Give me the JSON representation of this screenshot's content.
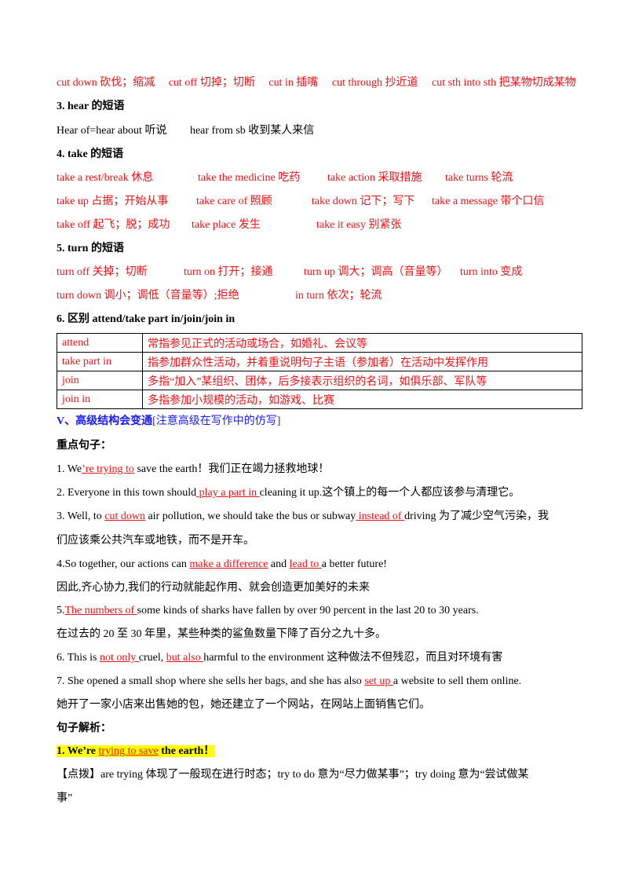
{
  "cut_line": [
    "cut down 砍伐；缩减",
    "cut off 切掉；切断",
    "cut in 插嘴",
    "cut through 抄近道",
    "cut sth into sth 把某物切成某物"
  ],
  "h3": "3.  hear 的短语",
  "hear_line": [
    "Hear of=hear about 听说",
    "hear from sb 收到某人来信"
  ],
  "h4": "4.  take 的短语",
  "take_row1": [
    "take a rest/break 休息",
    "take the medicine 吃药",
    "take action 采取措施",
    "take turns 轮流"
  ],
  "take_row2": [
    "take up 占据；开始从事",
    "take care of 照顾",
    "take down 记下；写下",
    "take a message  带个口信"
  ],
  "take_row3": [
    "take off 起飞；脱；成功",
    "take place 发生",
    "take it easy 别紧张"
  ],
  "h5": "5.   turn 的短语",
  "turn_row1": [
    "turn off  关掉；切断",
    "turn on  打开；接通",
    "turn up 调大；调高（音量等）",
    "turn into  变成"
  ],
  "turn_row2": [
    "turn down 调小；调低（音量等）;拒绝",
    "in turn 依次；轮流"
  ],
  "h6": "6.  区别 attend/take part in/join/join in",
  "table": [
    {
      "k": "attend",
      "v": "常指参见正式的活动或场合，如婚礼、会议等"
    },
    {
      "k": "take part in",
      "v": "指参加群众性活动，并着重说明句子主语（参加者）在活动中发挥作用"
    },
    {
      "k": "join",
      "v": "多指“加入”某组织、团体，后多接表示组织的名词，如俱乐部、军队等"
    },
    {
      "k": "join in",
      "v": "多指参加小规模的活动，如游戏、比赛"
    }
  ],
  "section5": {
    "title": "V、高级结构会变通",
    "note": "[注意高级在写作中的仿写]"
  },
  "key_title": "重点句子：",
  "s1": {
    "a": "1.  We",
    "b": "’re trying to",
    "c": "  save the earth！我们正在竭力拯救地球！"
  },
  "s2": {
    "a": "2. Everyone in this town should",
    "b": "  play a part in  ",
    "c": "cleaning it up.这个镇上的每一个人都应该参与清理它。"
  },
  "s3": {
    "a": "3. Well, to  ",
    "b": "cut down",
    "c": "  air pollution, we should take the bus or subway",
    "d": "  instead of  ",
    "e": "driving 为了减少空气污染，我"
  },
  "s3b": "们应该乘公共汽车或地铁，而不是开车。",
  "s4": {
    "a": "4.So together, our actions can  ",
    "b": "make a difference",
    "c": "  and  ",
    "d": "lead to  ",
    "e": "a better future!"
  },
  "s4b": "因此,齐心协力,我们的行动就能起作用、就会创造更加美好的未来",
  "s5": {
    "a": "5.",
    "b": "The numbers of  ",
    "c": "some kinds of sharks have fallen by over 90 percent in the last 20 to 30 years."
  },
  "s5b": "在过去的 20 至 30 年里，某些种类的鲨鱼数量下降了百分之九十多。",
  "s6": {
    "a": "6. This is  ",
    "b": "not only  ",
    "c": "cruel,  ",
    "d": "but also  ",
    "e": "harmful to the environment 这种做法不但残忍，而且对环境有害"
  },
  "s7": {
    "a": "7. She opened a small shop where she sells her bags, and she has also  ",
    "b": "set up  ",
    "c": "a website to sell them online."
  },
  "s7b": "她开了一家小店来出售她的包，她还建立了一个网站，在网站上面销售它们。",
  "analysis_title": "句子解析：",
  "a1": {
    "a": "1. We’re  ",
    "b": "trying to save",
    "c": "  the  earth！"
  },
  "note": "【点拨】are trying 体现了一般现在进行时态；try to do 意为“尽力做某事”；try doing 意为“尝试做某",
  "note2": "事”"
}
